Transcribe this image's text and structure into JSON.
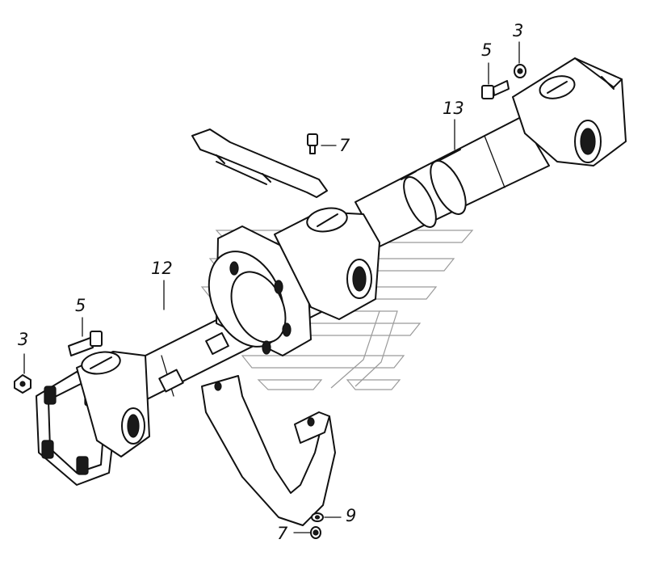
{
  "callouts": {
    "top_nut": "3",
    "top_bolt": "5",
    "plate_bolt": "7",
    "sleeve": "13",
    "shaft": "12",
    "left_bolt": "5",
    "left_nut": "3",
    "washer": "9",
    "bottom_bolt": "7"
  },
  "colors": {
    "line": "#111111",
    "watermark": "#9a9a9a",
    "background": "#ffffff"
  }
}
